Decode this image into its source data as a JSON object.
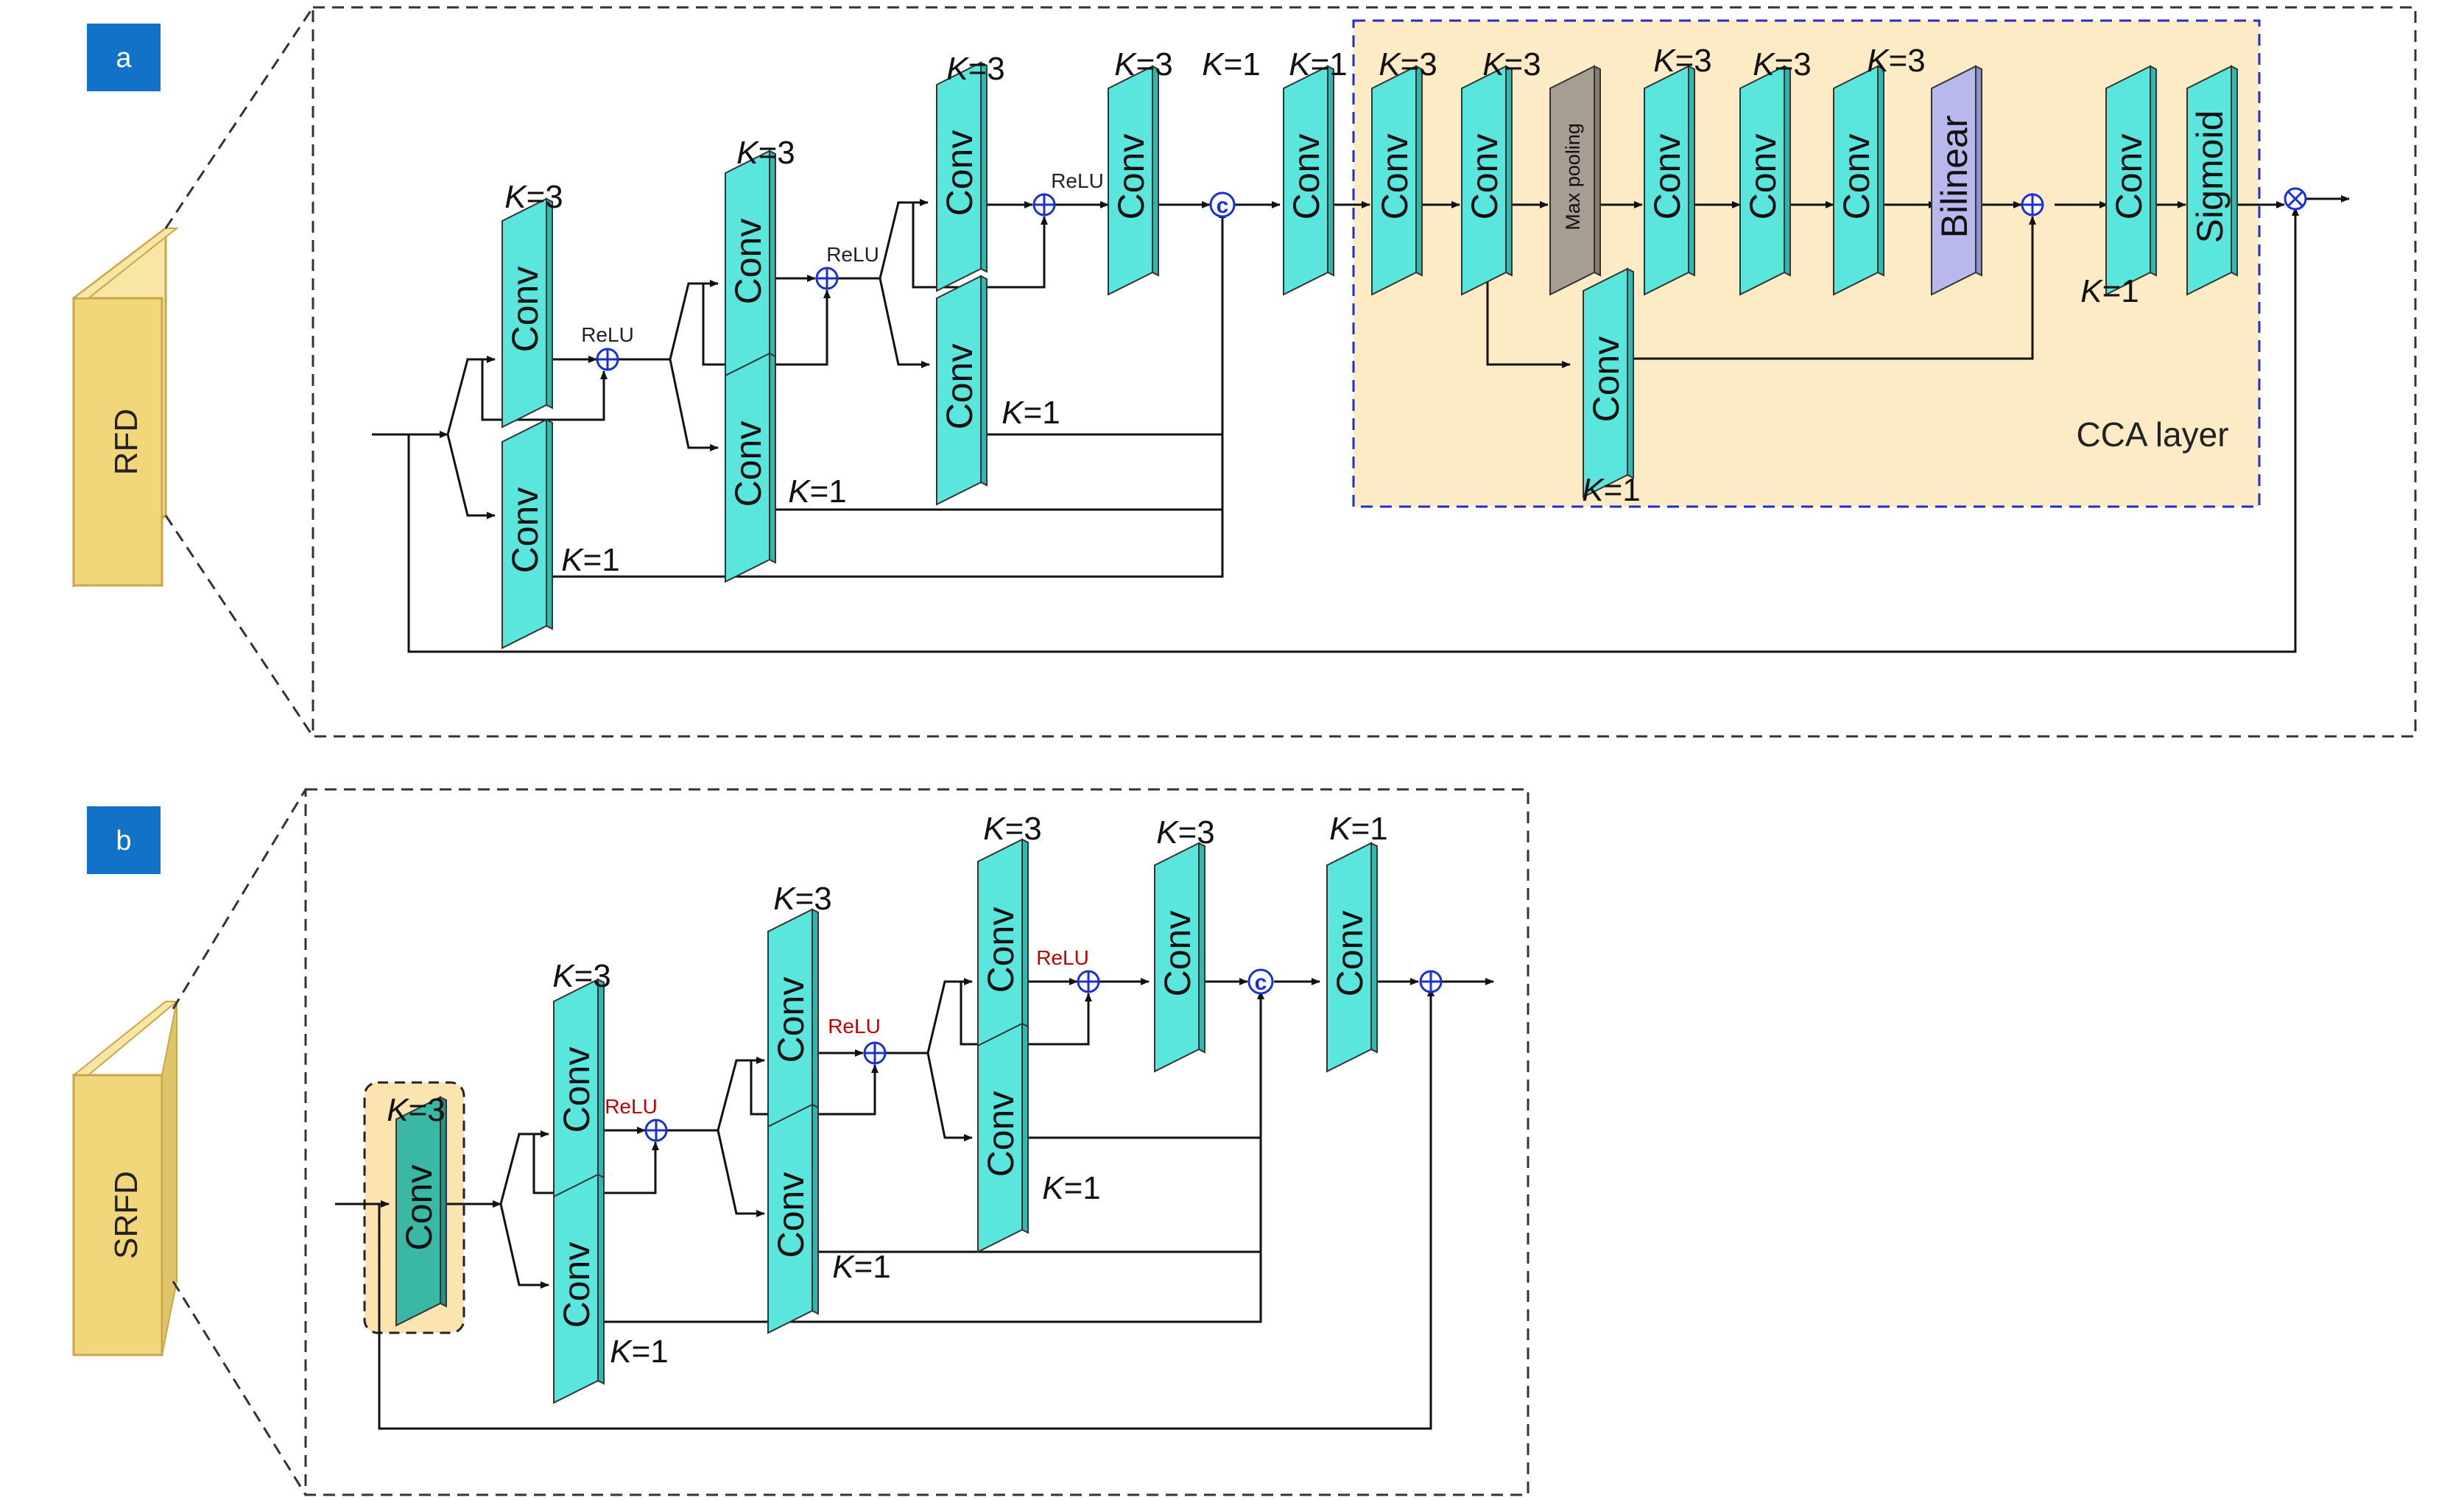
{
  "panels": {
    "a": {
      "badge": "a",
      "side_label": "RFD",
      "cca_label": "CCA layer"
    },
    "b": {
      "badge": "b",
      "side_label": "SRFD"
    }
  },
  "labels": {
    "conv": "Conv",
    "max_pooling": "Max pooling",
    "bilinear": "Bilinear",
    "sigmoid": "Sigmoid",
    "relu": "ReLU",
    "k_var": "K",
    "k3": "=3",
    "k1": "=1",
    "concat": "c"
  },
  "colors": {
    "conv": "#5ae6dc",
    "conv_side": "#2fb8ae",
    "conv_dark": "#3ab8a5",
    "max_pool": "#a69e93",
    "bilinear": "#b8b8ec",
    "side_block": "#f2d77a",
    "side_block_edge": "#caa64a",
    "cca_bg": "#fdebc6",
    "cca_border": "#1f2cd0",
    "badge": "#1172c7",
    "op_circle": "#1a2fd6",
    "relu_red": "#c00000"
  }
}
